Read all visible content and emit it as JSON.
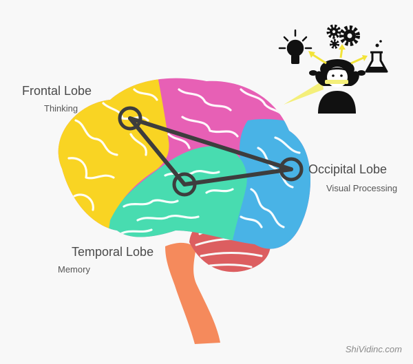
{
  "labels": {
    "frontal": {
      "name": "Frontal Lobe",
      "function": "Thinking"
    },
    "temporal": {
      "name": "Temporal Lobe",
      "function": "Memory"
    },
    "occipital": {
      "name": "Occipital Lobe",
      "function": "Visual Processing"
    }
  },
  "credit": "ShiVidinc.com",
  "colors": {
    "frontal": "#f9d423",
    "parietal": "#e760b5",
    "temporal": "#48dcb0",
    "occipital": "#49b3e6",
    "cerebellum": "#dc5e60",
    "brainstem": "#f58a5c",
    "network": "#3d3d3d",
    "beam": "#f4ef7a"
  },
  "icons": [
    "lightbulb-icon",
    "gears-icon",
    "flask-icon",
    "person-icon",
    "arrow-icon"
  ]
}
